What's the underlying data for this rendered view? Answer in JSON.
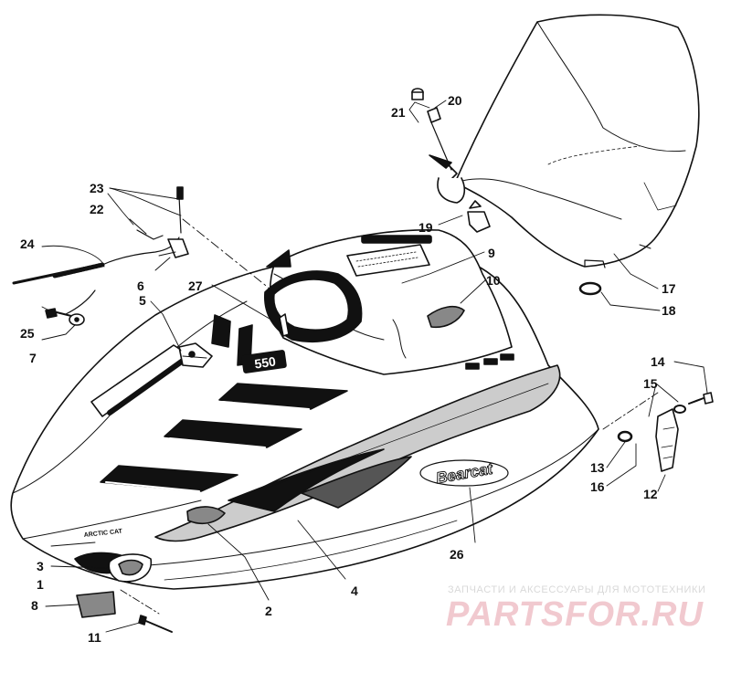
{
  "parts": [
    {
      "id": "1",
      "label": "1"
    },
    {
      "id": "2",
      "label": "2"
    },
    {
      "id": "3",
      "label": "3"
    },
    {
      "id": "4",
      "label": "4"
    },
    {
      "id": "5",
      "label": "5"
    },
    {
      "id": "6",
      "label": "6"
    },
    {
      "id": "7",
      "label": "7"
    },
    {
      "id": "8",
      "label": "8"
    },
    {
      "id": "9",
      "label": "9"
    },
    {
      "id": "10",
      "label": "10"
    },
    {
      "id": "11",
      "label": "11"
    },
    {
      "id": "12",
      "label": "12"
    },
    {
      "id": "13",
      "label": "13"
    },
    {
      "id": "14",
      "label": "14"
    },
    {
      "id": "15",
      "label": "15"
    },
    {
      "id": "16",
      "label": "16"
    },
    {
      "id": "17",
      "label": "17"
    },
    {
      "id": "18",
      "label": "18"
    },
    {
      "id": "19",
      "label": "19"
    },
    {
      "id": "20",
      "label": "20"
    },
    {
      "id": "21",
      "label": "21"
    },
    {
      "id": "22",
      "label": "22"
    },
    {
      "id": "23",
      "label": "23"
    },
    {
      "id": "24",
      "label": "24"
    },
    {
      "id": "25",
      "label": "25"
    },
    {
      "id": "26",
      "label": "26"
    },
    {
      "id": "27",
      "label": "27"
    }
  ],
  "decals": {
    "model_name": "Bearcat",
    "engine_badge": "550",
    "brand": "ARCTIC CAT"
  },
  "watermark": {
    "tagline": "ЗАПЧАСТИ И АКСЕССУАРЫ ДЛЯ МОТОТЕХНИКИ",
    "site": "PARTSFOR.RU"
  }
}
